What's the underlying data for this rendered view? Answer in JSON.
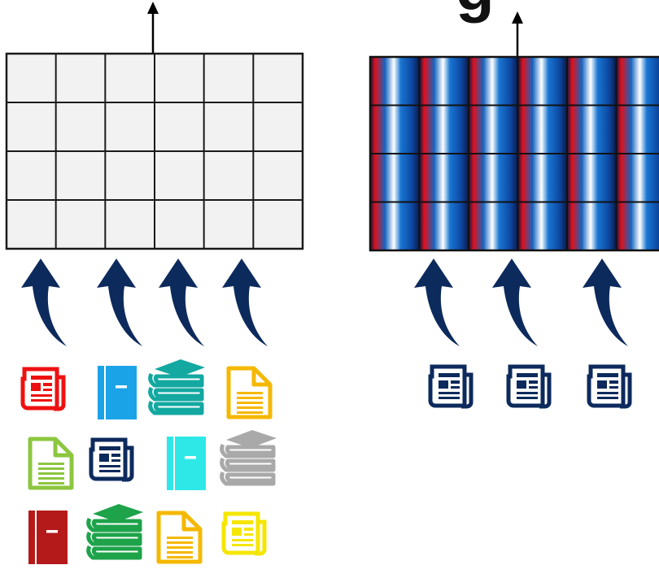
{
  "title_fragment": "g",
  "colors": {
    "grid_fill": "#f2f2f2",
    "grid_line": "#1a1a1a",
    "arrow_navy": "#0d2a5c",
    "stripe_red": "#e0101a",
    "stripe_blue": "#0d47a1",
    "stripe_light": "#ffffff"
  },
  "left_panel": {
    "grid": {
      "rows": 4,
      "cols": 6
    },
    "input_arrows": 4,
    "icons": [
      [
        {
          "name": "newspaper-icon",
          "color": "#ee1111"
        },
        {
          "name": "notebook-icon",
          "color": "#1ba3e8"
        },
        {
          "name": "book-stack-icon",
          "color": "#13a8a0"
        },
        {
          "name": "document-icon",
          "color": "#f5b800"
        }
      ],
      [
        {
          "name": "document-icon",
          "color": "#8dc63f"
        },
        {
          "name": "newspaper-icon",
          "color": "#0d2a5c"
        },
        {
          "name": "notebook-icon",
          "color": "#2ee8e8"
        },
        {
          "name": "book-stack-icon",
          "color": "#a9a9a9"
        }
      ],
      [
        {
          "name": "notebook-icon",
          "color": "#b51a1a"
        },
        {
          "name": "book-stack-icon",
          "color": "#1ea34a"
        },
        {
          "name": "document-icon",
          "color": "#f5b800"
        },
        {
          "name": "newspaper-icon",
          "color": "#f5e600"
        }
      ]
    ]
  },
  "right_panel": {
    "grid": {
      "rows": 4,
      "cols": 6
    },
    "input_arrows": 3,
    "icons": [
      {
        "name": "newspaper-icon",
        "color": "#0d2a5c"
      },
      {
        "name": "newspaper-icon",
        "color": "#0d2a5c"
      },
      {
        "name": "newspaper-icon",
        "color": "#0d2a5c"
      }
    ]
  }
}
